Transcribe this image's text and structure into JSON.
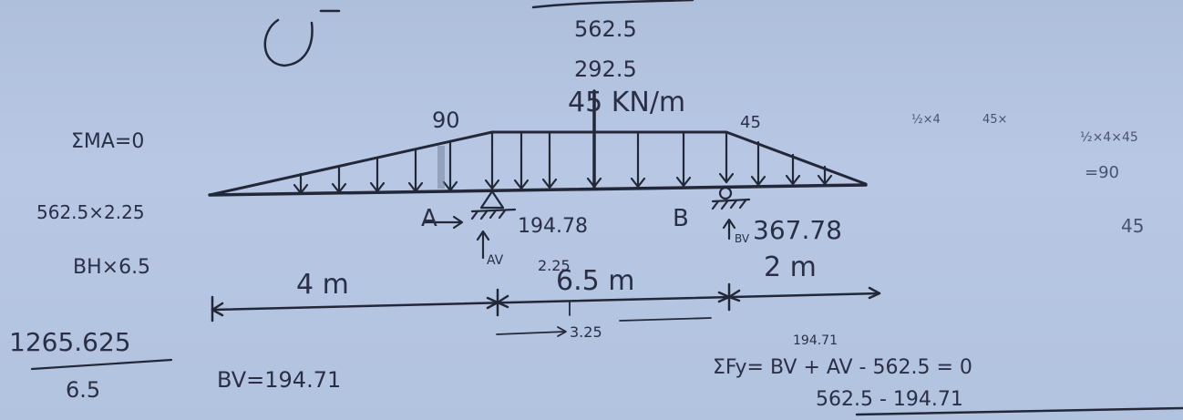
{
  "load": {
    "label": "45 KN/m",
    "left_peak": "90",
    "right_peak": "45"
  },
  "supports": {
    "a_label": "A",
    "b_label": "B",
    "a_note": "194.78",
    "b_note": "367.78",
    "av_label": "AV",
    "bv_label": "BV"
  },
  "dimensions": {
    "left": "4 m",
    "middle": "6.5 m",
    "right": "2 m",
    "middle_sub": "2.25",
    "arrow_note": "3.25"
  },
  "top_notes": {
    "line1": "562.5",
    "line2": "292.5"
  },
  "left_notes": {
    "moment_eq": "ΣMA=0",
    "product": "562.5×2.25",
    "bh": "BH×6.5",
    "numerator": "1265.625",
    "denominator": "6.5"
  },
  "bottom_notes": {
    "bv_result": "BV=194.71",
    "sum_fy": "ΣFy= BV + AV - 562.5 = 0",
    "sum_fy_above": "194.71",
    "sum_fy_line2": "562.5 - 194.71"
  },
  "right_notes": {
    "half": "½×4",
    "times": "45×",
    "half_area": "½×4×45",
    "eq90": "=90",
    "val45": "45"
  }
}
